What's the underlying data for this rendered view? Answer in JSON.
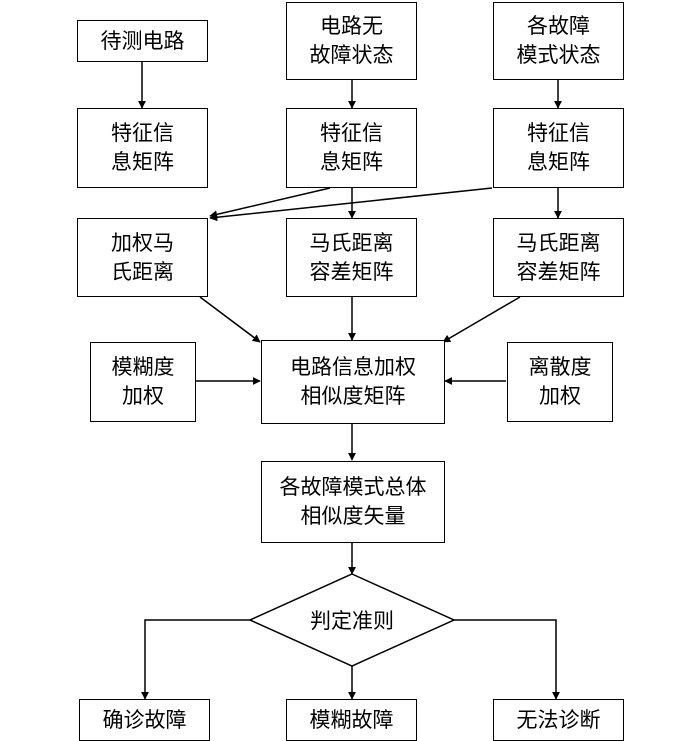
{
  "nodes": {
    "circuit_under_test": [
      "待测电路"
    ],
    "fault_free_state": [
      "电路无",
      "故障状态"
    ],
    "fault_mode_states": [
      "各故障",
      "模式状态"
    ],
    "feature_matrix_1": [
      "特征信",
      "息矩阵"
    ],
    "feature_matrix_2": [
      "特征信",
      "息矩阵"
    ],
    "feature_matrix_3": [
      "特征信",
      "息矩阵"
    ],
    "weighted_mahalanobis": [
      "加权马",
      "氏距离"
    ],
    "mahal_tolerance_1": [
      "马氏距离",
      "容差矩阵"
    ],
    "mahal_tolerance_2": [
      "马氏距离",
      "容差矩阵"
    ],
    "fuzzy_weighting": [
      "模糊度",
      "加权"
    ],
    "info_weighted_similarity": [
      "电路信息加权",
      "相似度矩阵"
    ],
    "dispersion_weighting": [
      "离散度",
      "加权"
    ],
    "overall_similarity_vector": [
      "各故障模式总体",
      "相似度矢量"
    ],
    "decision_rule": "判定准则",
    "confirm_fault": [
      "确诊故障"
    ],
    "fuzzy_fault": [
      "模糊故障"
    ],
    "cannot_diagnose": [
      "无法诊断"
    ]
  }
}
